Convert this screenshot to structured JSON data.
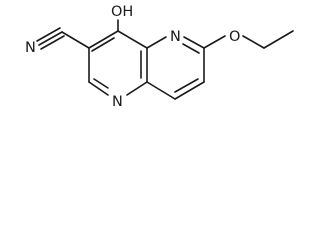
{
  "molecule": {
    "labels": {
      "hydroxyl": "OH",
      "ring_nitrogen_top": "N",
      "ring_nitrogen_bottom": "N",
      "nitrile_nitrogen": "N",
      "ether_oxygen": "O"
    }
  }
}
